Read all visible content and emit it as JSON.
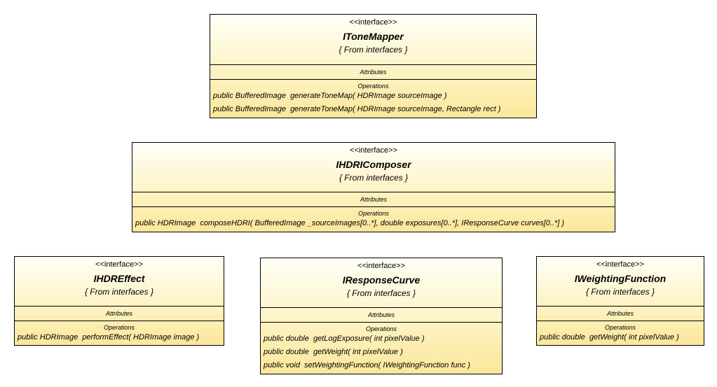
{
  "diagram": {
    "classes": [
      {
        "id": "itonemapper",
        "stereotype": "<<interface>>",
        "name": "IToneMapper",
        "from": "{ From interfaces }",
        "attributes_label": "Attributes",
        "operations_label": "Operations",
        "operations": [
          "public BufferedImage  generateToneMap( HDRImage sourceImage )",
          "public BufferedImage  generateToneMap( HDRImage sourceImage, Rectangle rect )"
        ]
      },
      {
        "id": "ihdricomposer",
        "stereotype": "<<interface>>",
        "name": "IHDRIComposer",
        "from": "{ From interfaces }",
        "attributes_label": "Attributes",
        "operations_label": "Operations",
        "operations": [
          "public HDRImage  composeHDRI( BufferedImage _sourceImages[0..*], double exposures[0..*], IResponseCurve curves[0..*] )"
        ]
      },
      {
        "id": "ihdreffect",
        "stereotype": "<<interface>>",
        "name": "IHDREffect",
        "from": "{ From interfaces }",
        "attributes_label": "Attributes",
        "operations_label": "Operations",
        "operations": [
          "public HDRImage  performEffect( HDRImage image )"
        ]
      },
      {
        "id": "iresponsecurve",
        "stereotype": "<<interface>>",
        "name": "IResponseCurve",
        "from": "{ From interfaces }",
        "attributes_label": "Attributes",
        "operations_label": "Operations",
        "operations": [
          "public double  getLogExposure( int pixelValue )",
          "public double  getWeight( int pixelValue )",
          "public void  setWeightingFunction( IWeightingFunction func )"
        ]
      },
      {
        "id": "iweightingfunction",
        "stereotype": "<<interface>>",
        "name": "IWeightingFunction",
        "from": "{ From interfaces }",
        "attributes_label": "Attributes",
        "operations_label": "Operations",
        "operations": [
          "public double  getWeight( int pixelValue )"
        ]
      }
    ]
  }
}
